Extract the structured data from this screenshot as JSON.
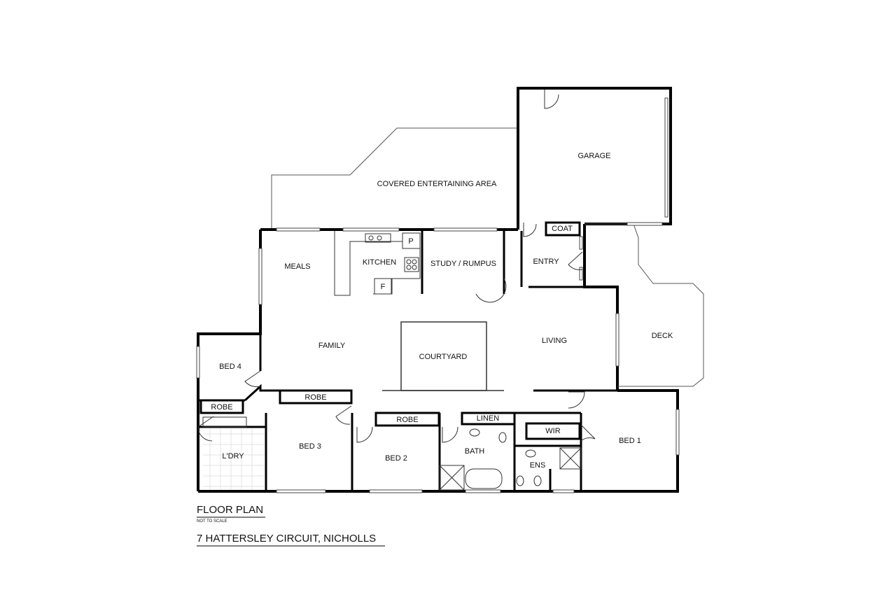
{
  "rooms": {
    "garage": "GARAGE",
    "covered_entertaining": "COVERED ENTERTAINING AREA",
    "coat": "COAT",
    "meals": "MEALS",
    "kitchen": "KITCHEN",
    "pantry": "P",
    "fridge": "F",
    "study_rumpus": "STUDY / RUMPUS",
    "entry": "ENTRY",
    "deck": "DECK",
    "family": "FAMILY",
    "courtyard": "COURTYARD",
    "living": "LIVING",
    "bed4": "BED 4",
    "robe_bed4": "ROBE",
    "robe_bed3": "ROBE",
    "robe_bed2": "ROBE",
    "linen": "LINEN",
    "wir": "WIR",
    "bed1": "BED 1",
    "laundry": "L'DRY",
    "bed3": "BED 3",
    "bed2": "BED 2",
    "bath": "BATH",
    "ens": "ENS"
  },
  "caption": {
    "title": "FLOOR PLAN",
    "subtitle": "NOT TO SCALE",
    "address": "7 HATTERSLEY CIRCUIT, NICHOLLS"
  },
  "colors": {
    "wall": "#000000",
    "line": "#333333",
    "background": "#ffffff"
  }
}
